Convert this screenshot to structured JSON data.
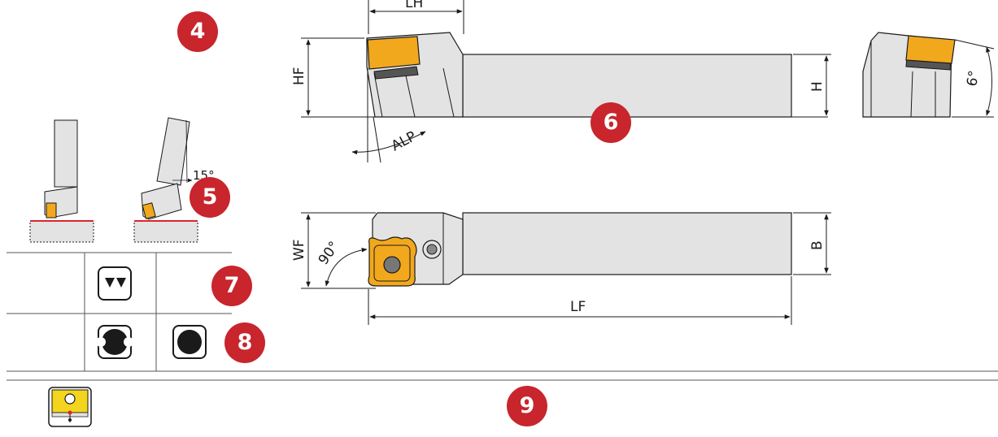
{
  "badges": {
    "b4": "4",
    "b5": "5",
    "b6": "6",
    "b7": "7",
    "b8": "8",
    "b9": "9"
  },
  "dims": {
    "lh": "LH",
    "hf": "HF",
    "h": "H",
    "alp": "ALP",
    "six": "6°",
    "wf": "WF",
    "ninety": "90°",
    "b": "B",
    "lf": "LF",
    "fifteen": "15°"
  },
  "colors": {
    "badge": "#c8252c",
    "insert": "#f2a81d",
    "body": "#e3e3e3",
    "outline": "#1a1a1a",
    "red_line": "#d9262c"
  },
  "icons": [
    "double-triangle-icon",
    "notched-circle-icon",
    "full-circle-icon",
    "insert-chipbreaker-icon"
  ]
}
